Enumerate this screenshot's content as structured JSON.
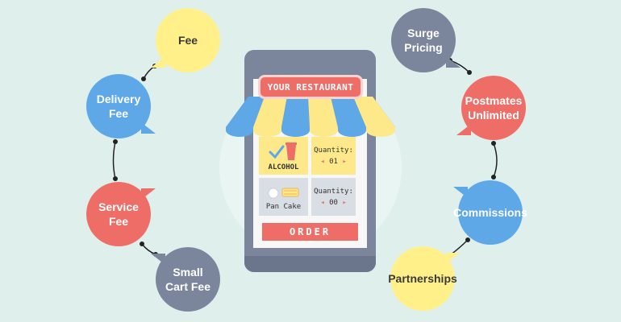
{
  "left_nodes": [
    {
      "label": "Fee",
      "color": "#fff08a"
    },
    {
      "label": "Delivery Fee",
      "color": "#5ea8e8"
    },
    {
      "label": "Service Fee",
      "color": "#ee6e67"
    },
    {
      "label": "Small Cart Fee",
      "color": "#7b869d"
    }
  ],
  "right_nodes": [
    {
      "label": "Surge Pricing",
      "color": "#7b869d"
    },
    {
      "label": "Postmates Unlimited",
      "color": "#ee6e67"
    },
    {
      "label": "Commissions",
      "color": "#5ea8e8"
    },
    {
      "label": "Partnerships",
      "color": "#fff08a"
    }
  ],
  "restaurant": {
    "sign": "YOUR RESTAURANT",
    "items": [
      {
        "name": "ALCOHOL",
        "quantity_label": "Quantity:",
        "quantity": "01",
        "checked": true
      },
      {
        "name": "Pan Cake",
        "quantity_label": "Quantity:",
        "quantity": "00",
        "checked": false
      }
    ],
    "order_button": "ORDER"
  }
}
